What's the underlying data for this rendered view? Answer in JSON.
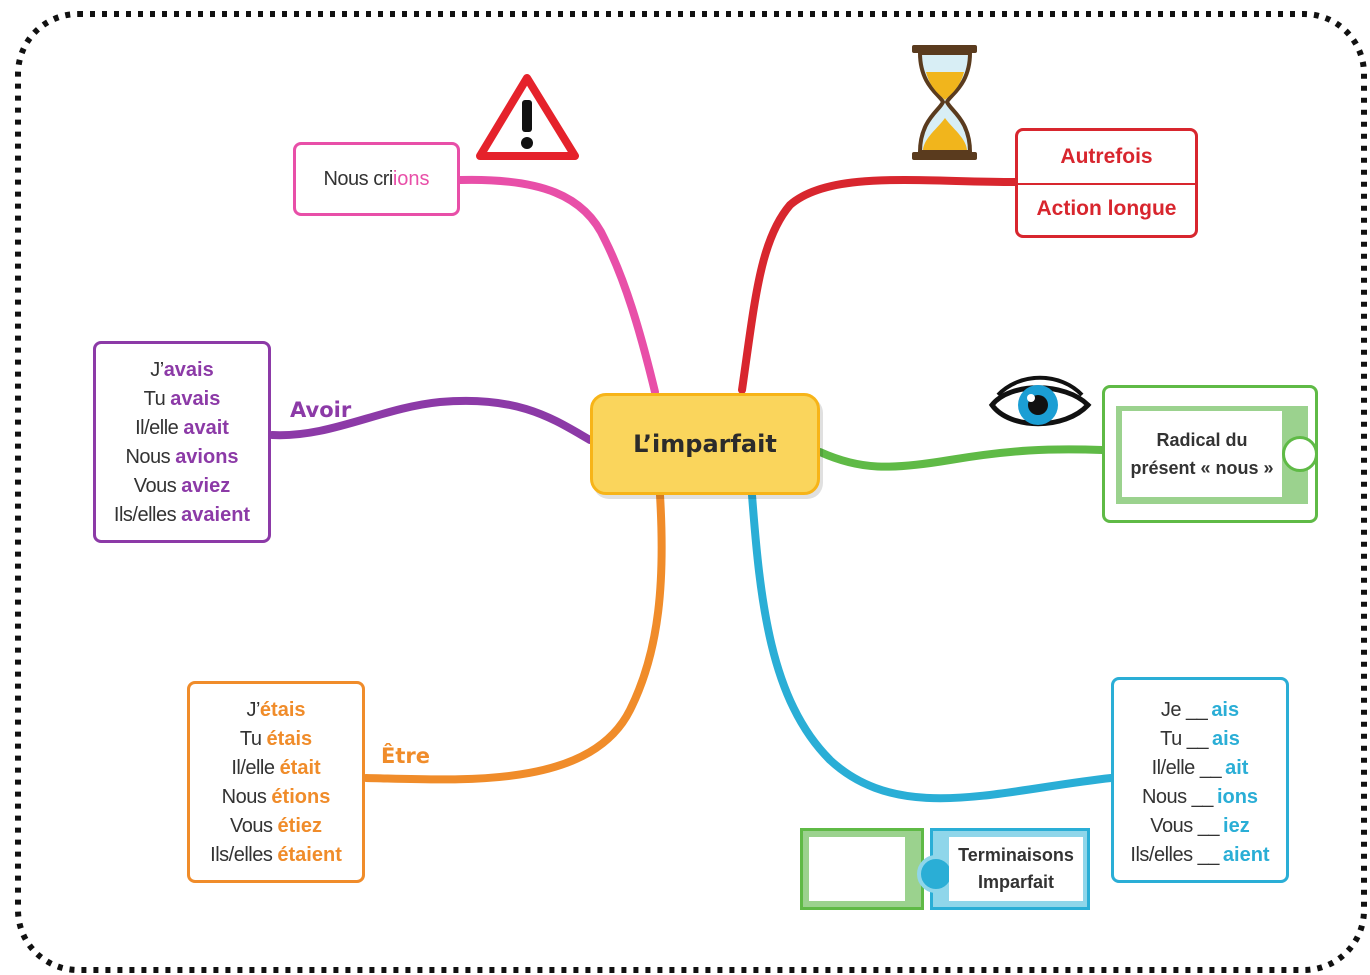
{
  "center": {
    "title": "L’imparfait"
  },
  "crions": {
    "pronoun": "Nous cri",
    "ending": "ions"
  },
  "time": {
    "line1": "Autrefois",
    "line2": "Action longue"
  },
  "radical": {
    "line1": "Radical du",
    "line2": "présent « nous »"
  },
  "terminaisons_card": {
    "line1": "Terminaisons",
    "line2": "Imparfait"
  },
  "avoir": {
    "label": "Avoir",
    "rows": [
      {
        "pronoun": "J’",
        "form": "avais"
      },
      {
        "pronoun": "Tu ",
        "form": "avais"
      },
      {
        "pronoun": "Il/elle ",
        "form": "avait"
      },
      {
        "pronoun": "Nous ",
        "form": "avions"
      },
      {
        "pronoun": "Vous ",
        "form": "aviez"
      },
      {
        "pronoun": "Ils/elles ",
        "form": "avaient"
      }
    ]
  },
  "etre": {
    "label": "Être",
    "rows": [
      {
        "pronoun": "J’",
        "form": "étais"
      },
      {
        "pronoun": "Tu ",
        "form": "étais"
      },
      {
        "pronoun": "Il/elle ",
        "form": "était"
      },
      {
        "pronoun": "Nous ",
        "form": "étions"
      },
      {
        "pronoun": "Vous ",
        "form": "étiez"
      },
      {
        "pronoun": "Ils/elles ",
        "form": "étaient"
      }
    ]
  },
  "terminaisons": {
    "rows": [
      {
        "pronoun": "Je __",
        "form": "ais"
      },
      {
        "pronoun": "Tu __",
        "form": "ais"
      },
      {
        "pronoun": "Il/elle __",
        "form": "ait"
      },
      {
        "pronoun": "Nous __",
        "form": "ions"
      },
      {
        "pronoun": "Vous __",
        "form": "iez"
      },
      {
        "pronoun": "Ils/elles __",
        "form": "aient"
      }
    ]
  },
  "colors": {
    "pink": "#e84fa8",
    "red": "#d8262e",
    "purple": "#8c3aa7",
    "green": "#5fba46",
    "orange": "#f08c2a",
    "cyan": "#2aaed6",
    "yellow": "#fad55c"
  },
  "icons": [
    "warning-icon",
    "hourglass-icon",
    "eye-icon"
  ]
}
